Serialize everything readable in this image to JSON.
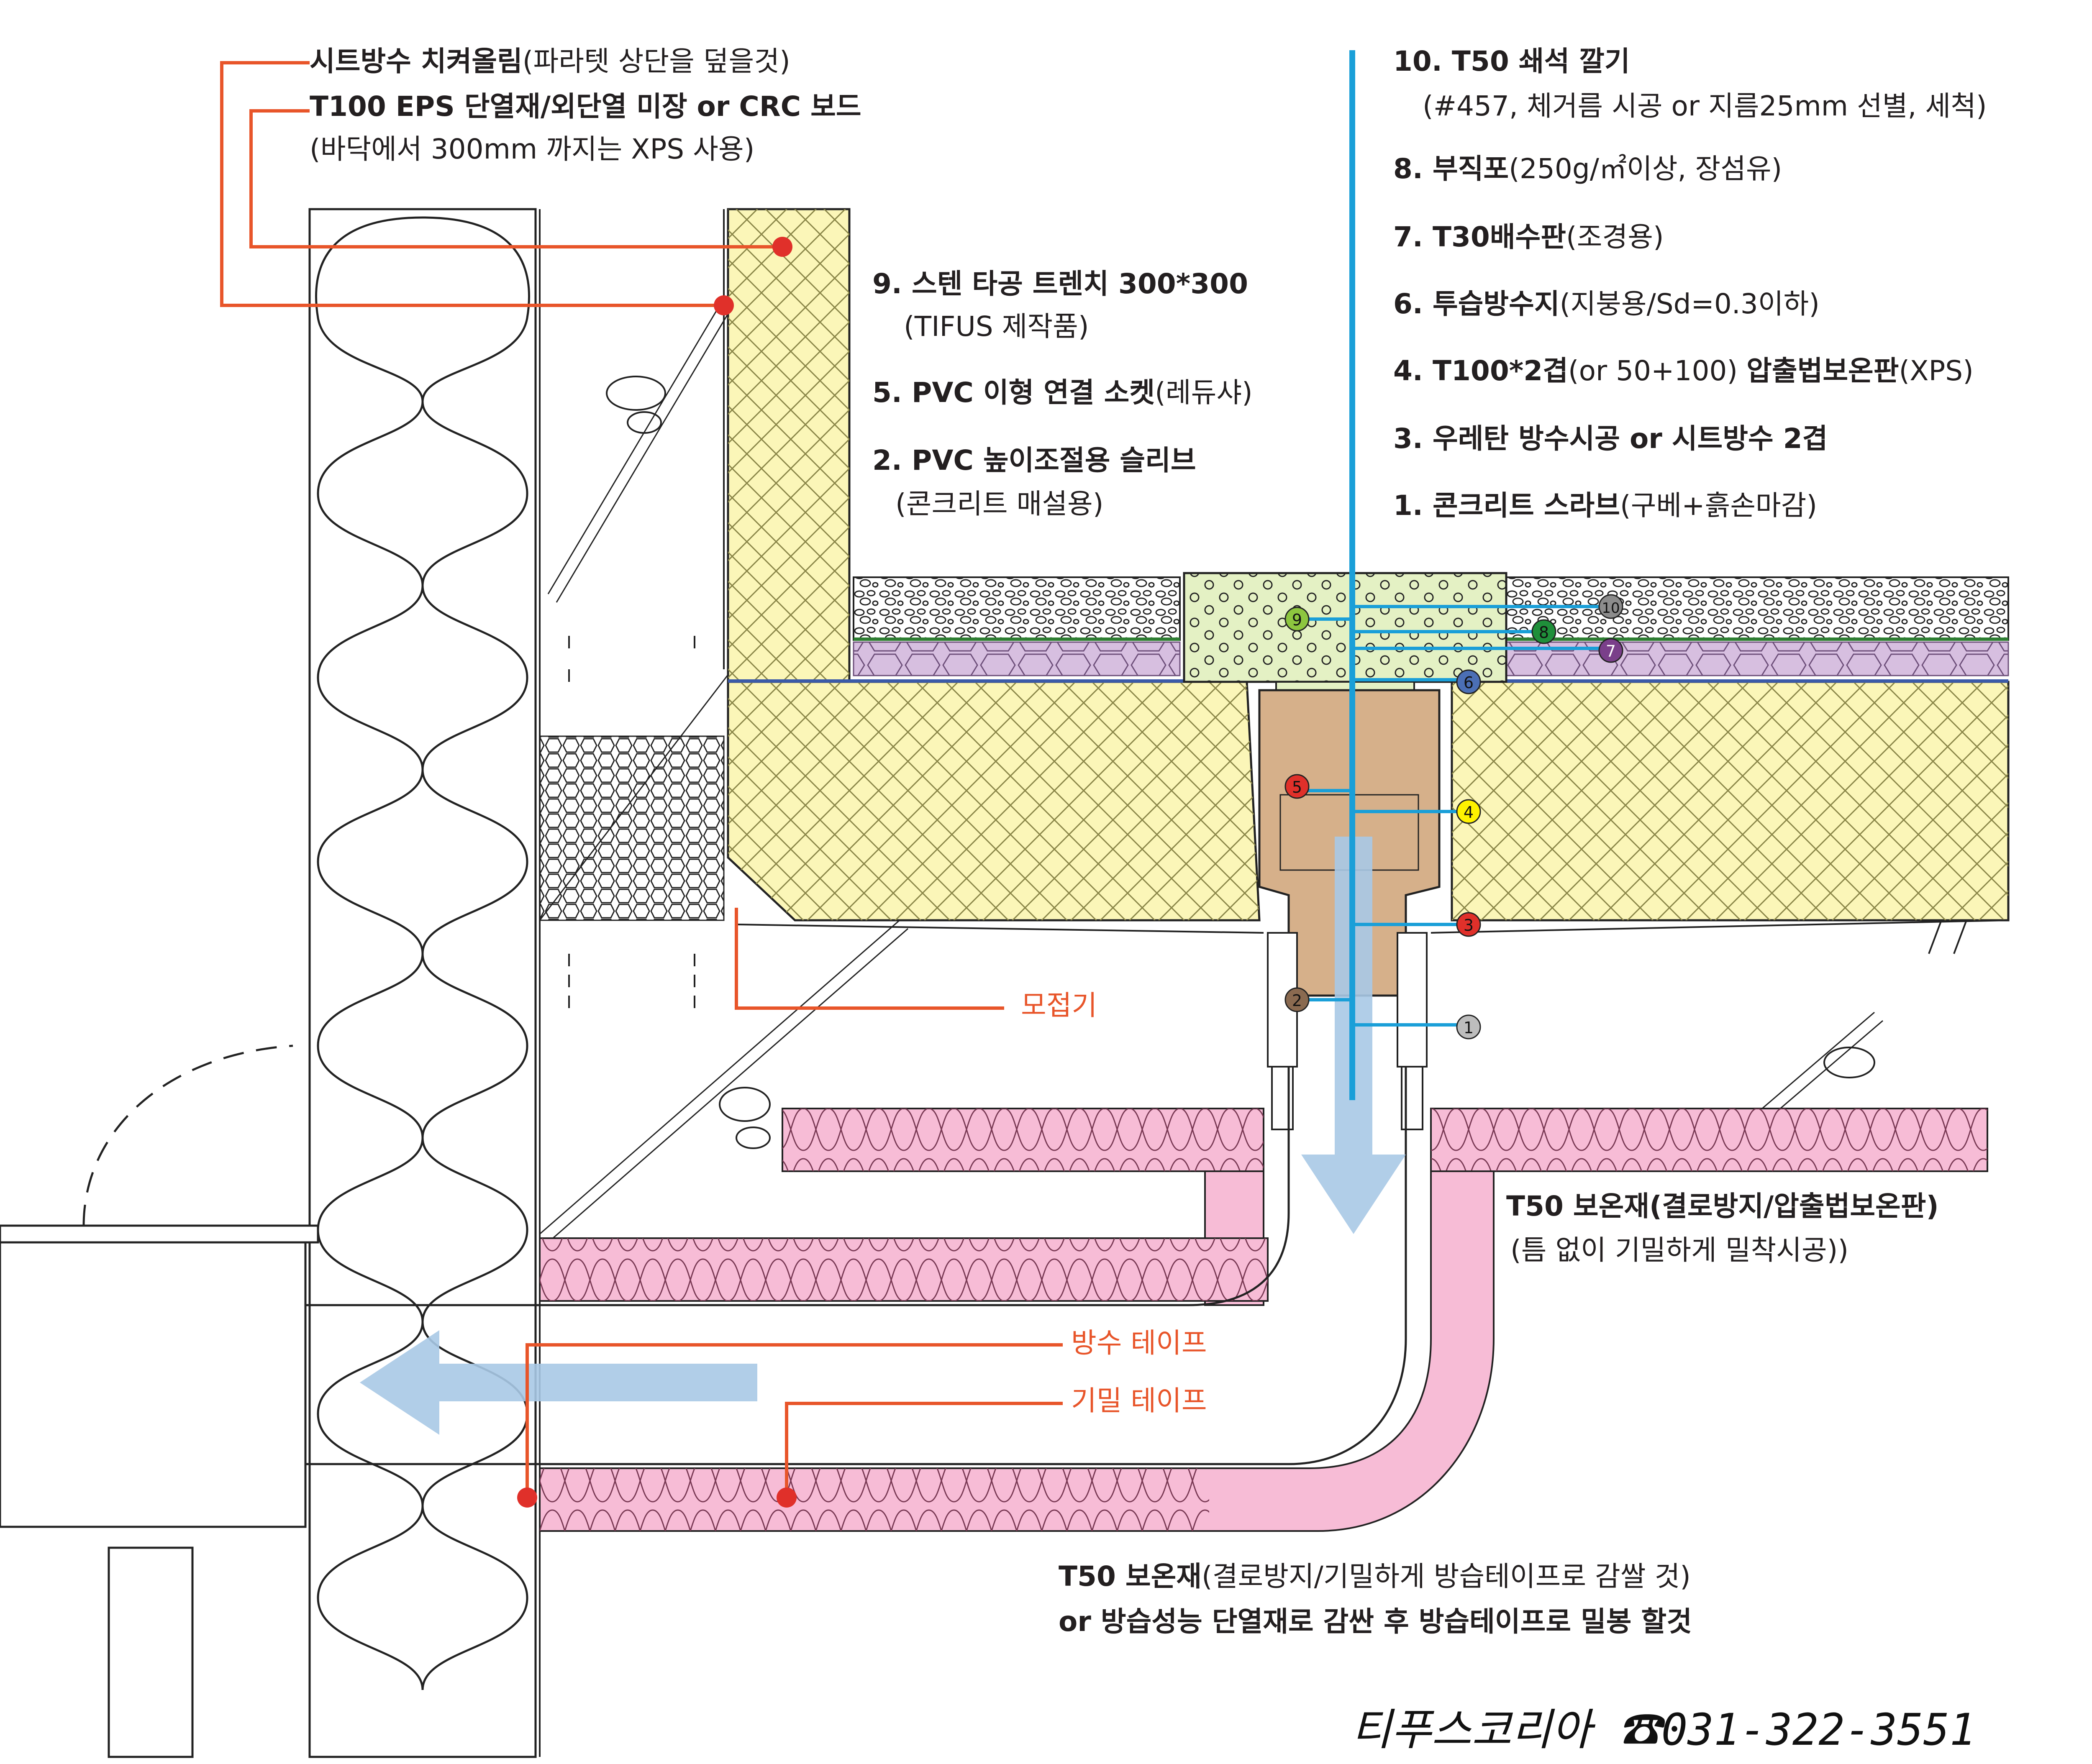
{
  "labels": {
    "sheet_waterproof": {
      "bold": "시트방수 치켜올림",
      "note": "(파라텟 상단을 덮을것)"
    },
    "eps_insulation": {
      "bold": "T100 EPS 단열재/외단열 미장 or CRC 보드",
      "note": "(바닥에서 300mm 까지는 XPS 사용)"
    },
    "item9": {
      "bold": "9. 스텐 타공 트렌치 300*300",
      "note": "(TIFUS 제작품)"
    },
    "item5": {
      "bold": "5. PVC 이형 연결 소켓",
      "note": "(레듀샤)"
    },
    "item2": {
      "bold": "2. PVC 높이조절용 슬리브",
      "note": "(콘크리트 매설용)"
    },
    "item10": {
      "bold": "10. T50 쇄석 깔기",
      "note": "(#457, 체거름 시공 or 지름25mm 선별, 세척)"
    },
    "item8": {
      "bold": "8. 부직포",
      "note": "(250g/㎡이상, 장섬유)"
    },
    "item7": {
      "bold": "7. T30배수판",
      "note": "(조경용)"
    },
    "item6": {
      "bold": "6. 투습방수지",
      "note": "(지붕용/Sd=0.3이하)"
    },
    "item4": {
      "bold1": "4. T100*2겹",
      "note": "(or 50+100)",
      "bold2": "압출법보온판",
      "note2": "(XPS)"
    },
    "item3": {
      "bold": "3. 우레탄 방수시공 or 시트방수 2겹"
    },
    "item1": {
      "bold": "1.  콘크리트 스라브",
      "note": "(구베+흙손마감)"
    },
    "fitting": "모접기",
    "t50_upper": {
      "bold": "T50 보온재(결로방지/압출법보온판)",
      "note": "(틈 없이 기밀하게 밀착시공))"
    },
    "waterproof_tape": "방수 테이프",
    "airtight_tape": "기밀 테이프",
    "t50_lower": {
      "bold1": "T50 보온재",
      "note1": "(결로방지/기밀하게 방습테이프로 감쌀 것)",
      "bold2": "or 방습성능 단열재로 감싼 후 방습테이프로 밀봉 할것"
    }
  },
  "markers": [
    "1",
    "2",
    "3",
    "4",
    "5",
    "6",
    "7",
    "8",
    "9",
    "10"
  ],
  "footer": "티푸스코리아 ☎031-322-3551",
  "colors": {
    "leader_orange": "#e8552a",
    "leader_blue": "#1a9fd8",
    "xps_fill": "#fbf6b8",
    "gravel_purple": "#d7bfe0",
    "pink_insulation": "#f7bcd6",
    "socket_brown": "#d6b08a",
    "trench_green": "#e4f1c4",
    "flow_arrow": "#a9c9e6"
  }
}
